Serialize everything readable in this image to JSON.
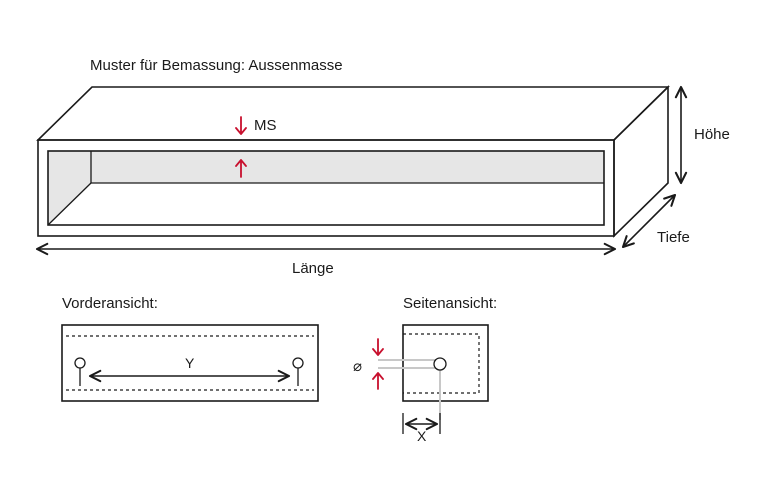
{
  "title": "Muster für Bemassung: Aussenmasse",
  "labels": {
    "ms": "MS",
    "hoehe": "Höhe",
    "tiefe": "Tiefe",
    "laenge": "Länge",
    "vorderansicht": "Vorderansicht:",
    "seitenansicht": "Seitenansicht:",
    "y": "Y",
    "x": "X",
    "diameter": "⌀"
  },
  "colors": {
    "line": "#1a1a1a",
    "accent_red": "#c8102e",
    "inner_fill": "#e6e6e6",
    "helper_grey": "#c8c8c8"
  }
}
